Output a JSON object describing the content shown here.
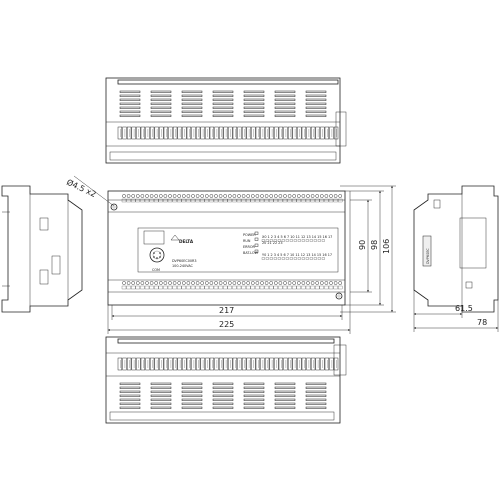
{
  "drawing": {
    "dims": {
      "hole": "Ø4.5 x2",
      "width_inner": "217",
      "width_outer": "225",
      "height_1": "90",
      "height_2": "98",
      "height_3": "106",
      "depth_1": "61.5",
      "depth_2": "78"
    },
    "module_text": {
      "brand": "DELTA",
      "model_1": "DVP60EC00R3",
      "model_2": "100-240VAC",
      "port_label": "COM",
      "led_labels": [
        "POWER",
        "RUN",
        "ERROR",
        "BAT.LOW"
      ],
      "x_rows": [
        "X0 1 2 3 4 5 6 7 10 11 12 13 14 15 16 17",
        "20 21 22 23"
      ],
      "y_rows": [
        "Y0 1 2 3 4 5 6 7 10 11 12 13 14 15 16 17"
      ],
      "side_label": "DVP60EC"
    }
  }
}
